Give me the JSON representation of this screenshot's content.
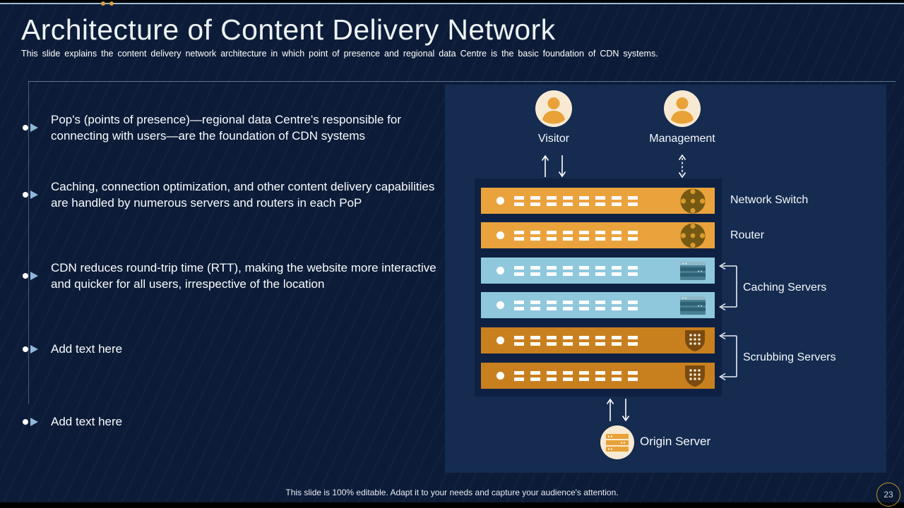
{
  "header": {
    "title": "Architecture of Content Delivery Network",
    "subtitle": "This slide explains the content delivery network architecture in which point of presence and regional data Centre is the basic foundation of CDN systems."
  },
  "bullets": [
    "Pop's (points of presence)—regional data Centre's responsible for connecting with users—are the foundation of CDN systems",
    "Caching, connection optimization, and other content delivery capabilities are handled by numerous servers and routers in each PoP",
    "CDN reduces round-trip time (RTT), making the website more interactive and quicker for all users, irrespective of the location",
    "Add text here",
    "Add text here"
  ],
  "diagram": {
    "visitor_label": "Visitor",
    "management_label": "Management",
    "network_switch_label": "Network Switch",
    "router_label": "Router",
    "caching_servers_label": "Caching Servers",
    "scrubbing_servers_label": "Scrubbing Servers",
    "origin_server_label": "Origin Server"
  },
  "footer": {
    "note": "This slide is 100% editable. Adapt it to your needs and capture your audience's attention.",
    "page_number": "23"
  },
  "colors": {
    "background": "#0C1C38",
    "panel": "#152B50",
    "rack_box": "#0E2143",
    "switch_router_bar": "#EAA33C",
    "caching_bar": "#8FC8DC",
    "scrubbing_bar": "#C8801F",
    "avatar_bg": "#F8EAD2",
    "avatar_person": "#E8A238",
    "accent_gold": "#D9A23B",
    "accent_line": "#9DBBD6",
    "bullet_triangle": "#8FB8D8"
  }
}
